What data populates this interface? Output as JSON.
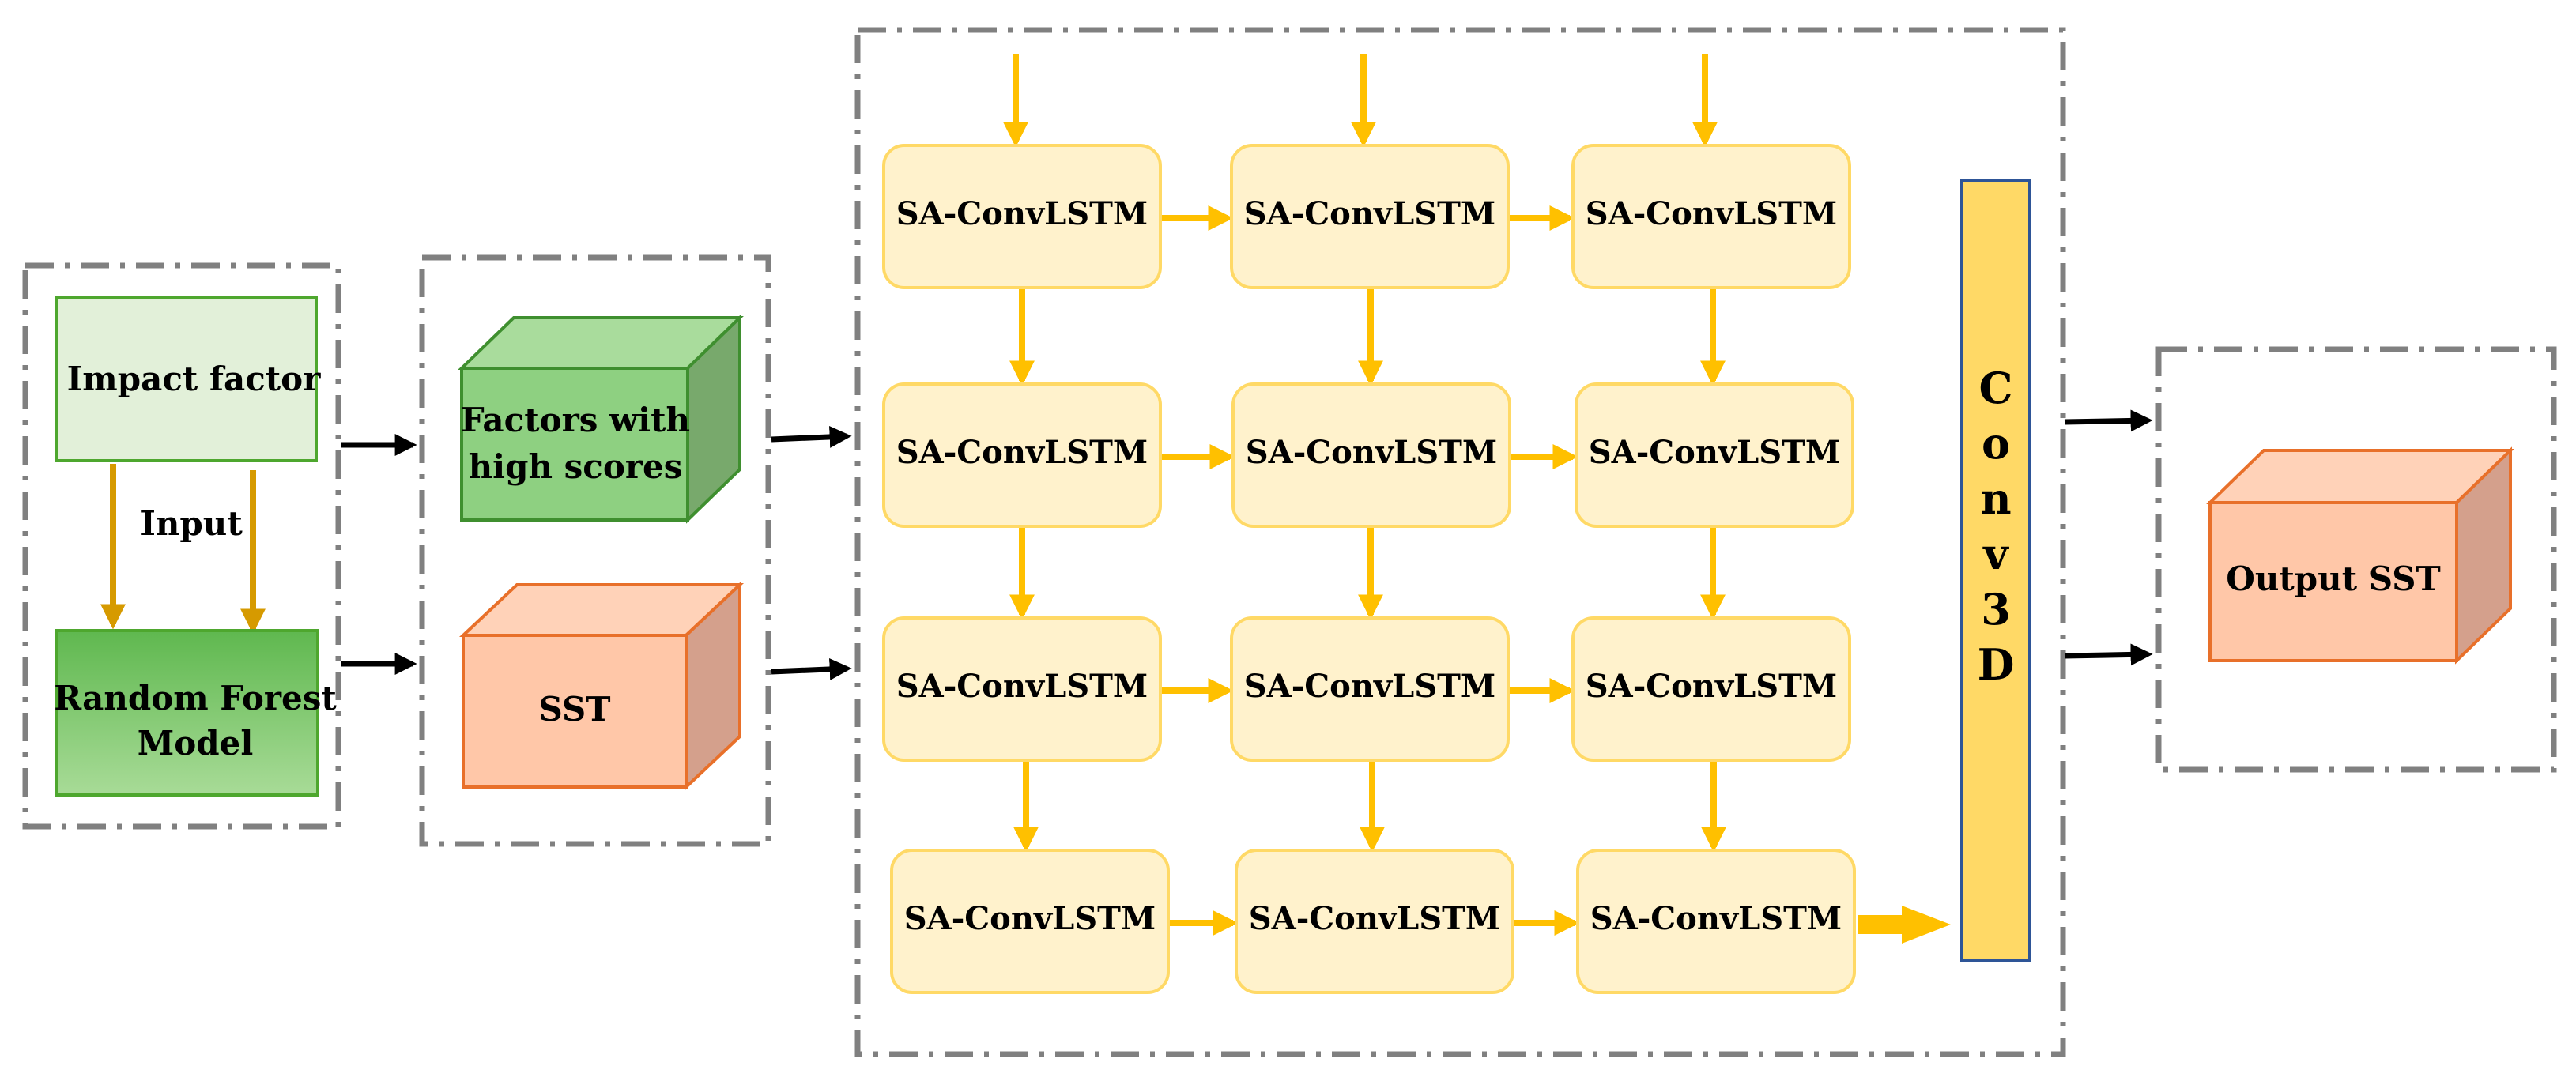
{
  "input_group": {
    "impact_factor": "Impact factor",
    "input_label": "Input",
    "random_forest_line1": "Random Forest",
    "random_forest_line2": "Model"
  },
  "selected_group": {
    "factors_line1": "Factors with",
    "factors_line2": "high scores",
    "sst": "SST"
  },
  "lstm_grid": {
    "cell_label": "SA-ConvLSTM",
    "rows": 4,
    "cols": 3
  },
  "conv3d": {
    "letters": [
      "C",
      "o",
      "n",
      "v",
      "3",
      "D"
    ]
  },
  "output_group": {
    "output_sst": "Output SST"
  },
  "colors": {
    "dashed_border": "#808080",
    "lstm_fill": "#FFF2CC",
    "lstm_stroke": "#FFD966",
    "lstm_arrow": "#FFC000",
    "conv3d_fill": "#FFD966",
    "conv3d_stroke": "#2E5597",
    "green_light_fill": "#E2F0D9",
    "green_stroke": "#4EA72E",
    "green_dark_fill": "#8FD07C",
    "cube_green_front": "#8ED081",
    "cube_green_top": "#A9DC9C",
    "cube_green_side": "#78A96C",
    "cube_orange_front": "#FFC7A8",
    "cube_orange_top": "#FFD2B8",
    "cube_orange_side": "#D4A08C",
    "cube_orange_stroke": "#E8702A",
    "input_arrow": "#D69A00",
    "black_arrow": "#000000"
  }
}
